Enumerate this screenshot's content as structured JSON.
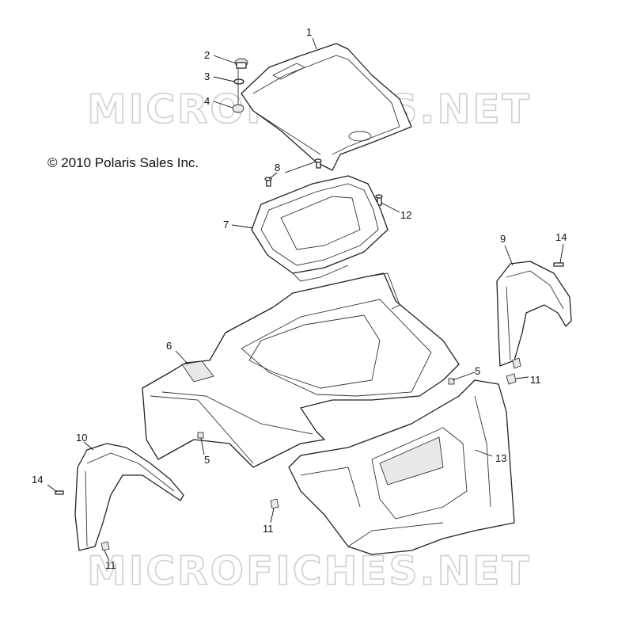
{
  "copyright": "© 2010 Polaris Sales Inc.",
  "watermark": "MICROFICHES.NET",
  "callouts": {
    "c1": "1",
    "c2": "2",
    "c3": "3",
    "c4": "4",
    "c5a": "5",
    "c5b": "5",
    "c6": "6",
    "c7": "7",
    "c8": "8",
    "c9": "9",
    "c10": "10",
    "c11a": "11",
    "c11b": "11",
    "c11c": "11",
    "c12": "12",
    "c13": "13",
    "c14a": "14",
    "c14b": "14"
  }
}
